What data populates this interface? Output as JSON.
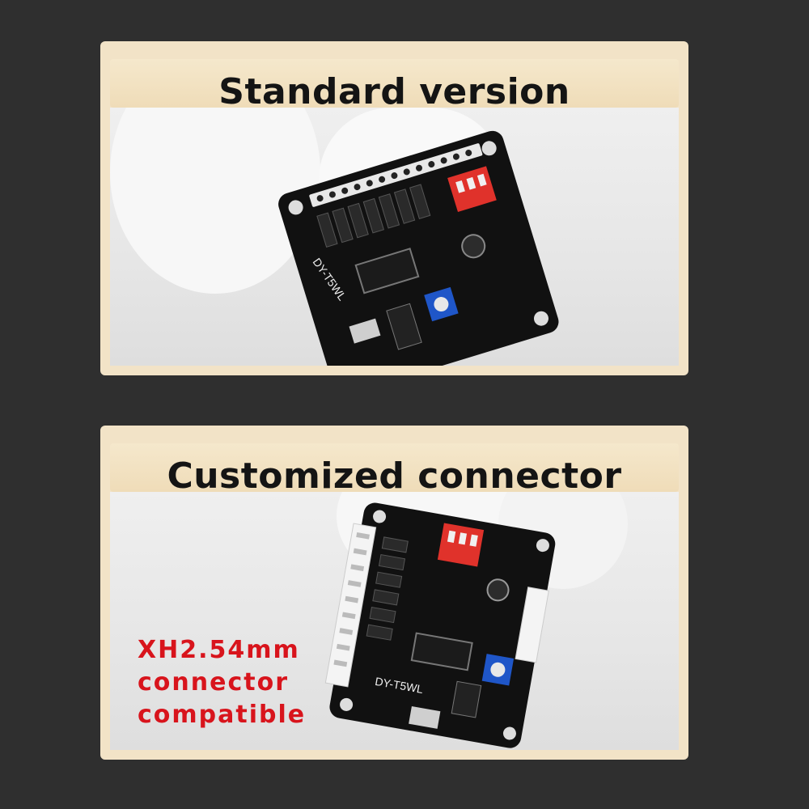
{
  "panels": [
    {
      "title": "Standard version",
      "board_label": "DY-T5WL"
    },
    {
      "title": "Customized connector",
      "board_label": "DY-T5WL",
      "note_lines": [
        "XH2.54mm",
        "connector",
        "compatible"
      ]
    }
  ],
  "colors": {
    "background": "#2f2f2f",
    "panel": "#f2e3c7",
    "note_red": "#d8141c",
    "dip_red": "#e0322b",
    "pot_blue": "#1f56c8"
  }
}
